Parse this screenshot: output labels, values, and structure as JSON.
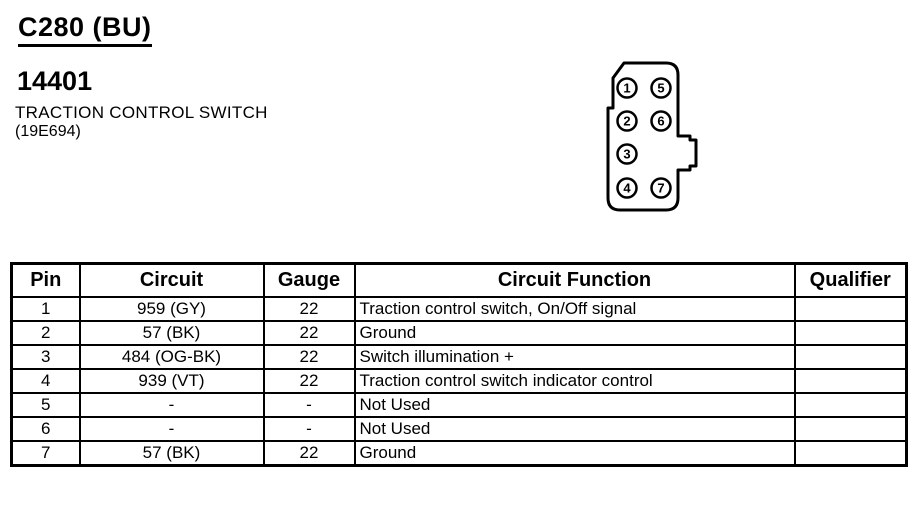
{
  "colors": {
    "ink": "#000000",
    "paper": "#ffffff"
  },
  "header": {
    "connector_id": "C280 (BU)",
    "part_number": "14401",
    "component_name": "TRACTION CONTROL SWITCH",
    "base_part_code": "(19E694)"
  },
  "connector": {
    "pins": [
      "1",
      "2",
      "3",
      "4",
      "5",
      "6",
      "7"
    ]
  },
  "table": {
    "headers": [
      "Pin",
      "Circuit",
      "Gauge",
      "Circuit Function",
      "Qualifier"
    ],
    "rows": [
      [
        "1",
        "959 (GY)",
        "22",
        "Traction control switch, On/Off signal",
        ""
      ],
      [
        "2",
        "57 (BK)",
        "22",
        "Ground",
        ""
      ],
      [
        "3",
        "484 (OG-BK)",
        "22",
        "Switch illumination +",
        ""
      ],
      [
        "4",
        "939 (VT)",
        "22",
        "Traction control switch indicator control",
        ""
      ],
      [
        "5",
        "-",
        "-",
        "Not Used",
        ""
      ],
      [
        "6",
        "-",
        "-",
        "Not Used",
        ""
      ],
      [
        "7",
        "57 (BK)",
        "22",
        "Ground",
        ""
      ]
    ]
  }
}
